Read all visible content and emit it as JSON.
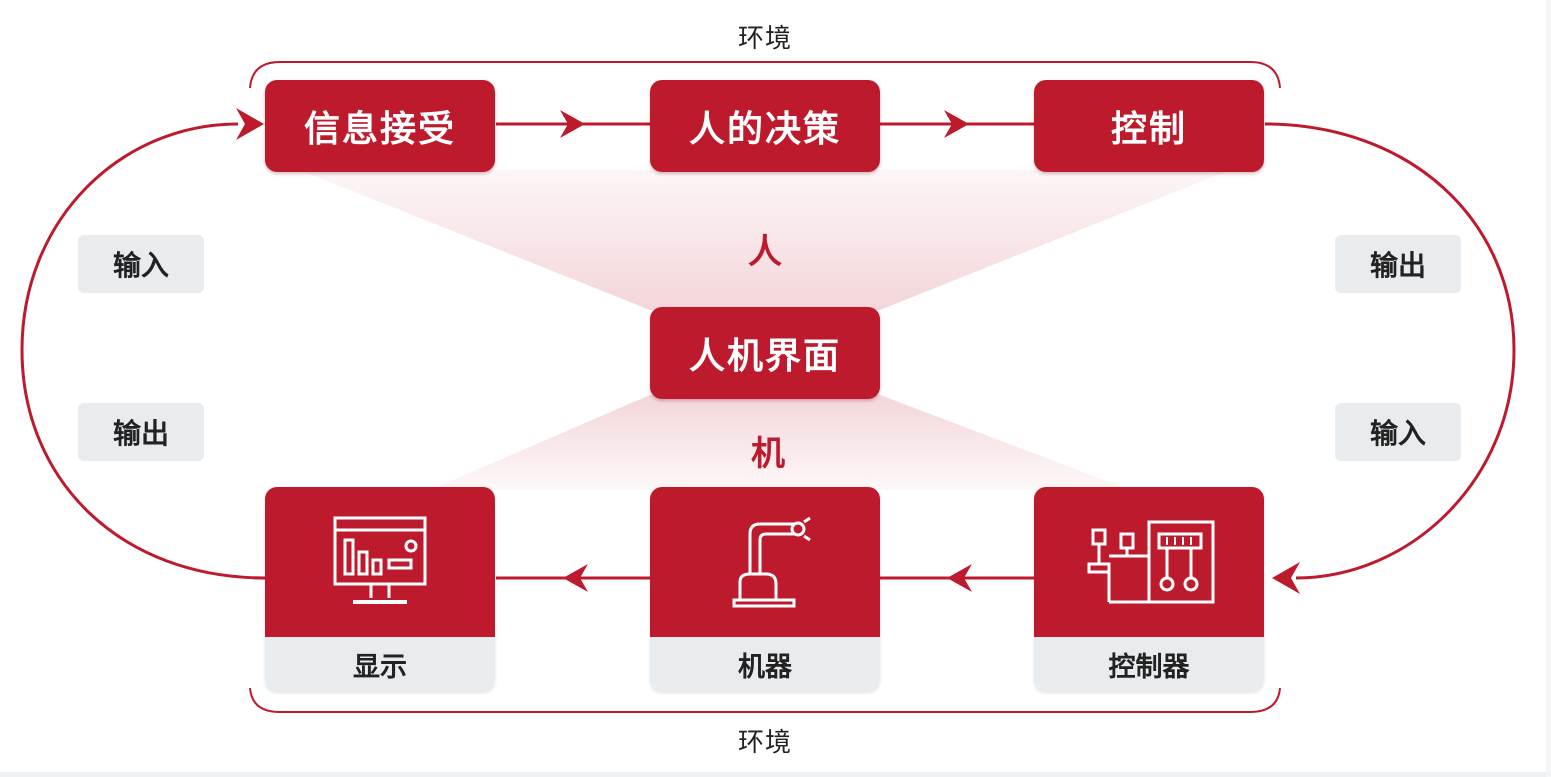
{
  "environment": {
    "top_label": "环境",
    "bottom_label": "环境"
  },
  "human": {
    "zone_label": "人",
    "steps": [
      "信息接受",
      "人的决策",
      "控制"
    ]
  },
  "interface": {
    "label": "人机界面"
  },
  "machine": {
    "zone_label": "机",
    "cards": [
      {
        "label": "显示",
        "icon": "monitor-chart-icon"
      },
      {
        "label": "机器",
        "icon": "robot-arm-icon"
      },
      {
        "label": "控制器",
        "icon": "controller-circuit-icon"
      }
    ]
  },
  "side_tags": {
    "left_top": "输入",
    "left_bottom": "输出",
    "right_top": "输出",
    "right_bottom": "输入"
  },
  "colors": {
    "accent": "#be1a2e",
    "tag_bg": "#e9ecef",
    "text": "#222222"
  }
}
